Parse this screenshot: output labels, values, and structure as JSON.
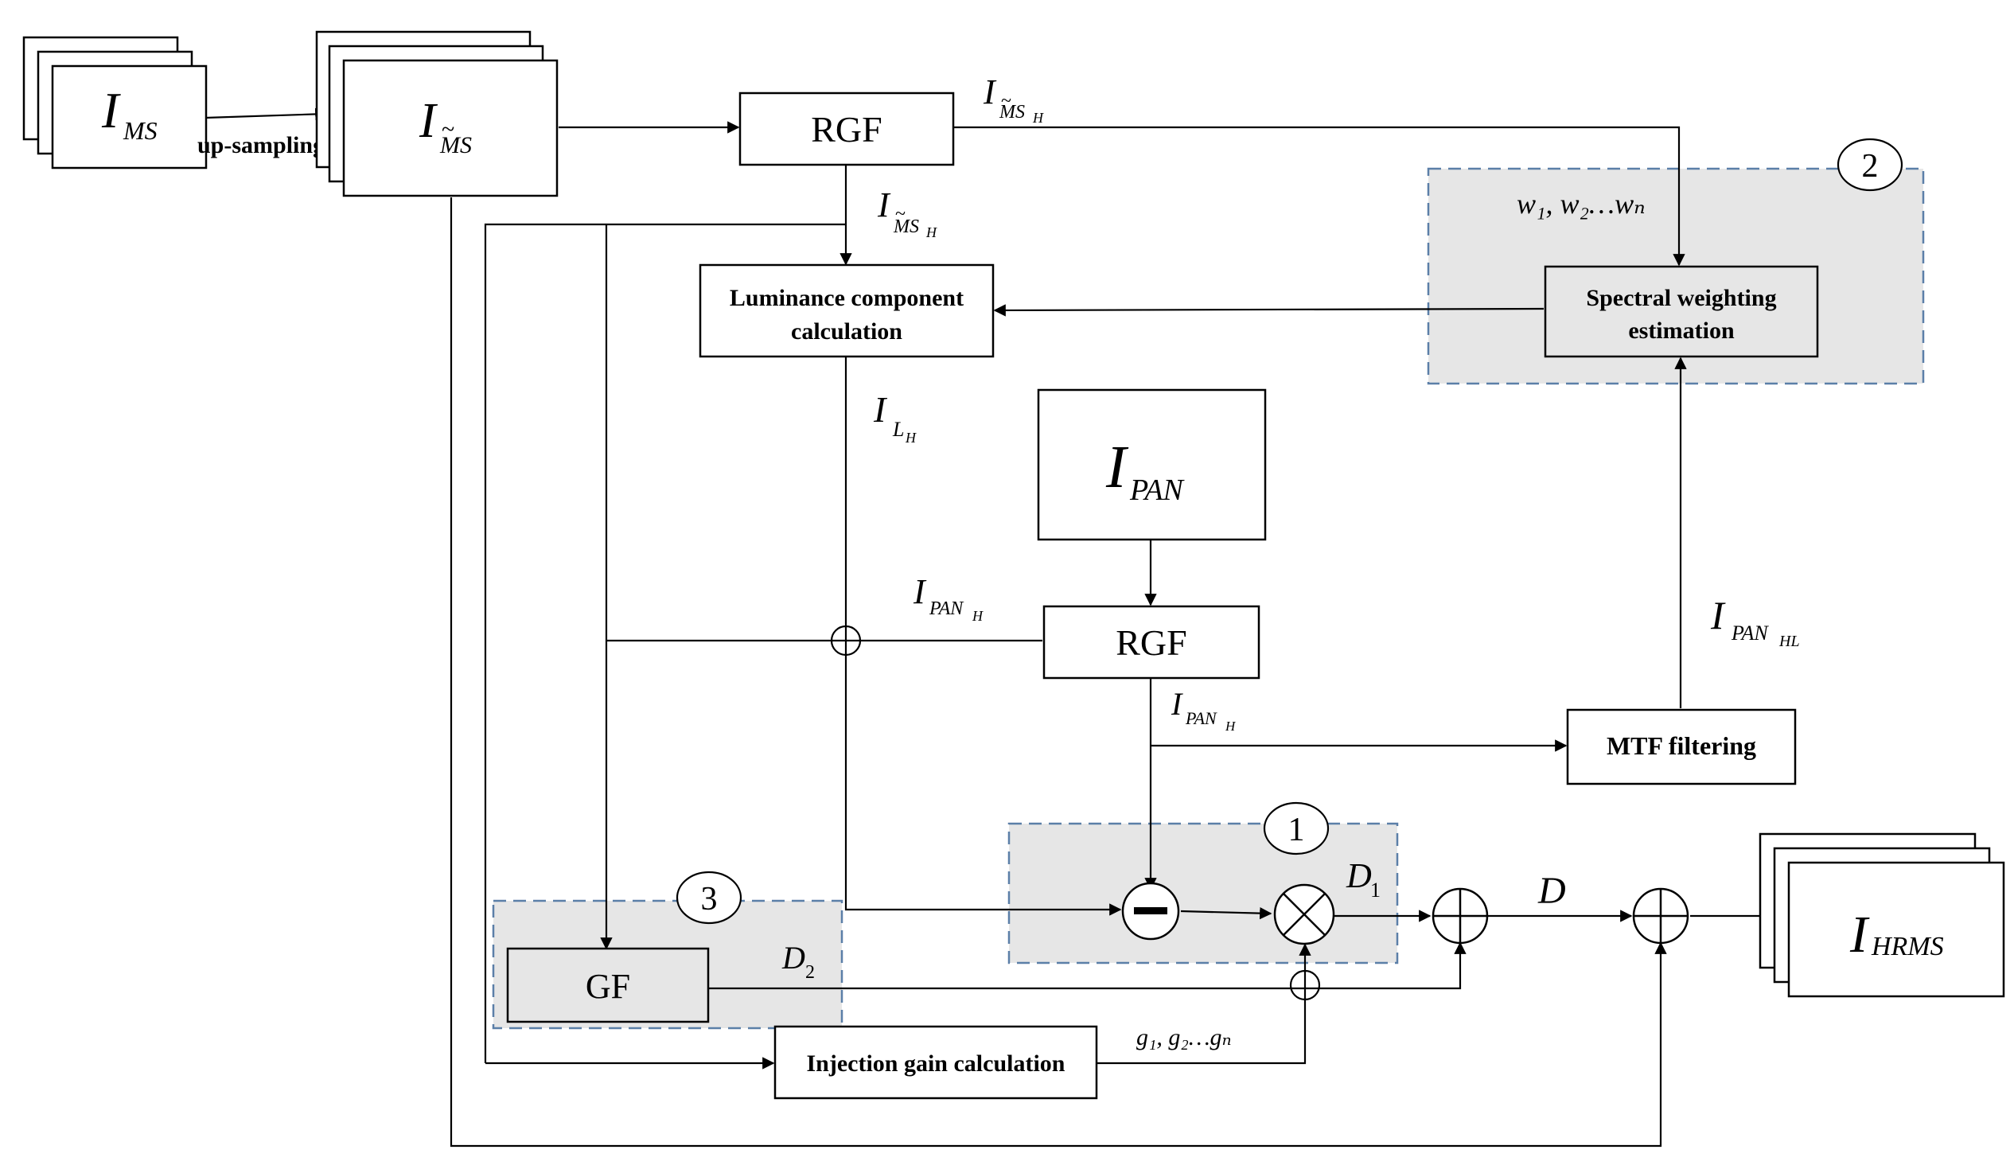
{
  "blocks": {
    "ms": "I",
    "ms_sub": "MS",
    "upsampling": "up-sampling",
    "msup": "I",
    "msup_sub": "MS",
    "msup_tilde": "~",
    "rgf_top": "RGF",
    "luminance_line1": "Luminance component",
    "luminance_line2": "calculation",
    "spectral_line1": "Spectral weighting",
    "spectral_line2": "estimation",
    "pan": "I",
    "pan_sub": "PAN",
    "rgf_mid": "RGF",
    "mtf": "MTF filtering",
    "gf": "GF",
    "injection": "Injection gain calculation",
    "hrms": "I",
    "hrms_sub": "HRMS"
  },
  "labels": {
    "msh_i": "I",
    "msh_sub": "MS",
    "msh_subsub": "H",
    "msh_tilde": "~",
    "weights_text": "w₁, w₂…wₙ",
    "lh_i": "I",
    "lh_sub": "L",
    "lh_subsub": "H",
    "panh_i": "I",
    "panh_sub": "PAN",
    "panh_subsub": "H",
    "panhl_i": "I",
    "panhl_sub": "PAN",
    "panhl_subsub": "HL",
    "d1": "D",
    "d1_sub": "1",
    "d2": "D",
    "d2_sub": "2",
    "d": "D",
    "gains_text": "g₁, g₂…gₙ"
  },
  "regions": {
    "one": "1",
    "two": "2",
    "three": "3"
  }
}
